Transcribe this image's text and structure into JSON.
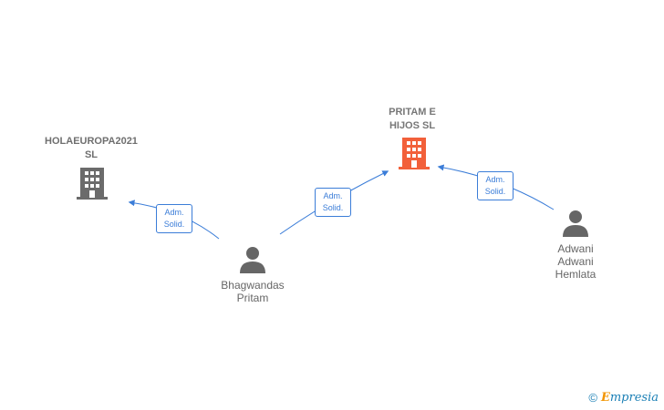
{
  "colors": {
    "edge": "#3b7dd8",
    "company_gray": "#666666",
    "company_main": "#f2603a",
    "person": "#666666",
    "brand_blue": "#1a7fb5",
    "brand_orange": "#f29400"
  },
  "nodes": {
    "holaeuropa": {
      "name": "HOLAEUROPA2021\nSL",
      "type": "company",
      "icon": "building-icon"
    },
    "pritam_hijos": {
      "name": "PRITAM E\nHIJOS  SL",
      "type": "company",
      "icon": "building-icon"
    },
    "bhagwandas": {
      "name": "Bhagwandas\nPritam",
      "type": "person",
      "icon": "person-icon"
    },
    "adwani": {
      "name": "Adwani\nAdwani\nHemlata",
      "type": "person",
      "icon": "person-icon"
    }
  },
  "edges": [
    {
      "from": "bhagwandas",
      "to": "holaeuropa",
      "label": "Adm.\nSolid."
    },
    {
      "from": "bhagwandas",
      "to": "pritam_hijos",
      "label": "Adm.\nSolid."
    },
    {
      "from": "adwani",
      "to": "pritam_hijos",
      "label": "Adm.\nSolid."
    }
  ],
  "footer": {
    "copyright_symbol": "©",
    "brand_first": "E",
    "brand_rest": "mpresia"
  }
}
